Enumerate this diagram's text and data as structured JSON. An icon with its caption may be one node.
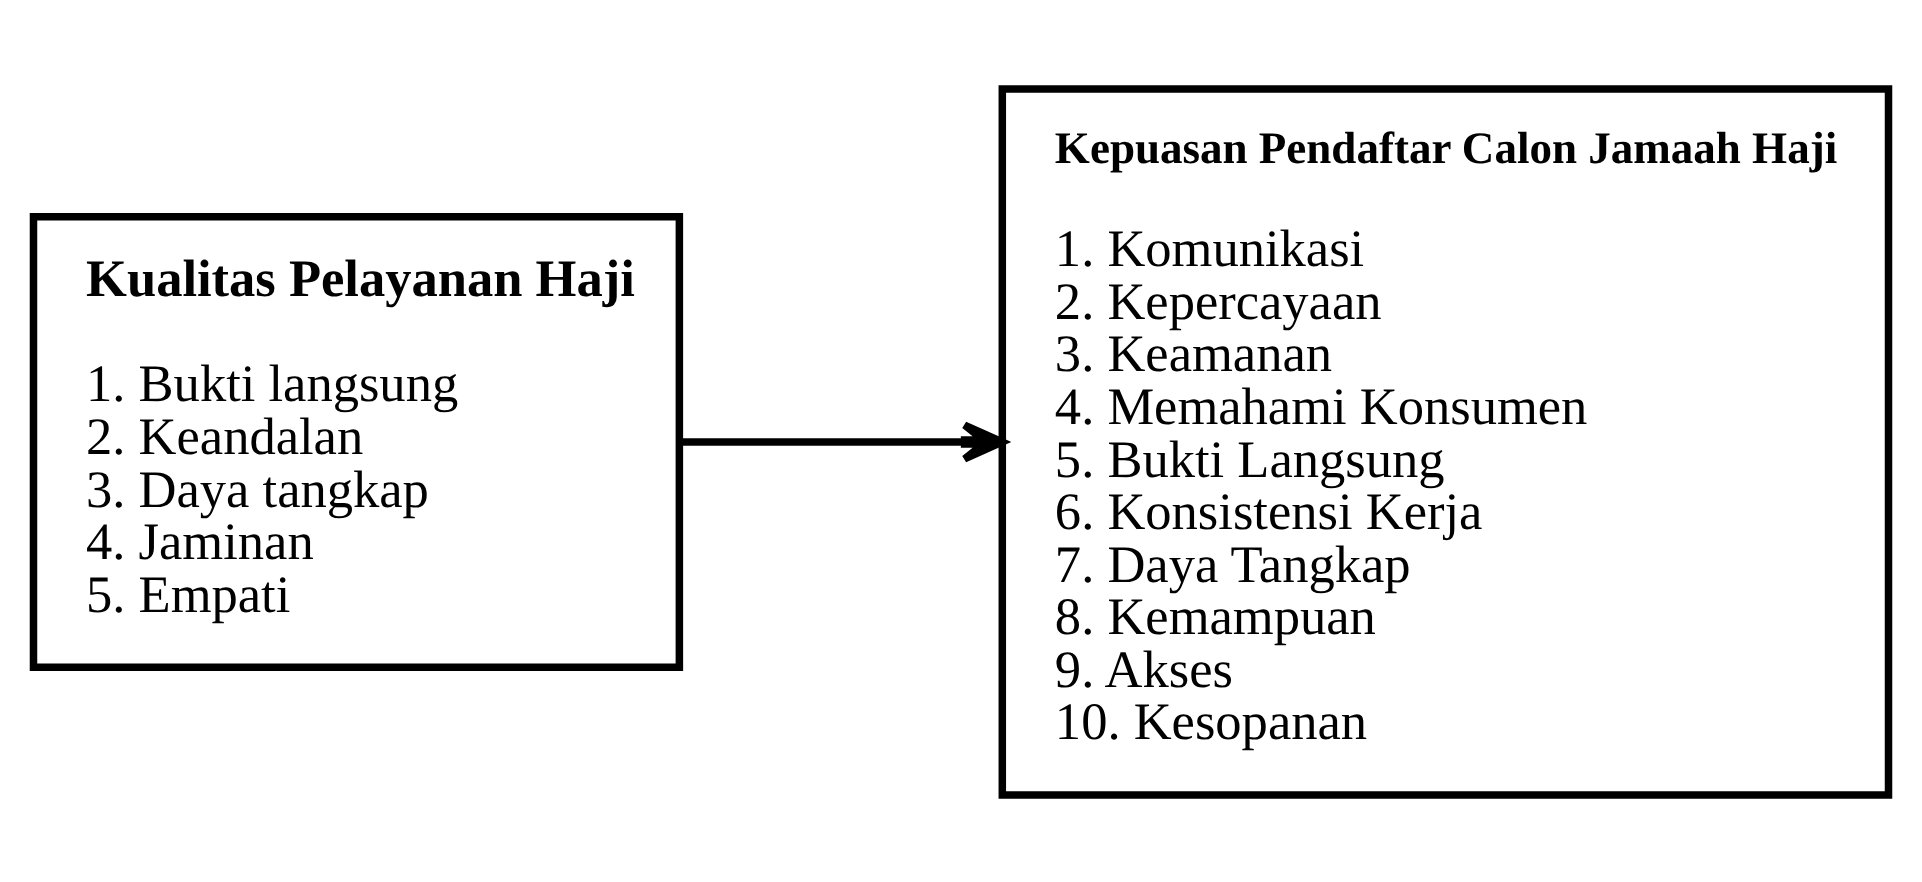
{
  "diagram": {
    "nodes": [
      {
        "text": [
          "Kualitas Pelayanan Haji",
          "1. Bukti langsung",
          "2. Keandalan",
          "3. Daya tangkap",
          "4. Jaminan",
          "5. Empati"
        ]
      },
      {
        "text": [
          "Kepuasan Pendaftar Calon Jamaah Haji",
          "1. Komunikasi",
          "2. Kepercayaan",
          "3. Keamanan",
          "4. Memahami Konsumen",
          "5. Bukti Langsung",
          "6. Konsistensi Kerja",
          "7. Daya Tangkap",
          "8. Kemampuan",
          "9. Akses",
          "10. Kesopanan"
        ]
      }
    ],
    "edges": [
      {
        "from": 0,
        "to": 1,
        "arrow": "to"
      }
    ]
  }
}
